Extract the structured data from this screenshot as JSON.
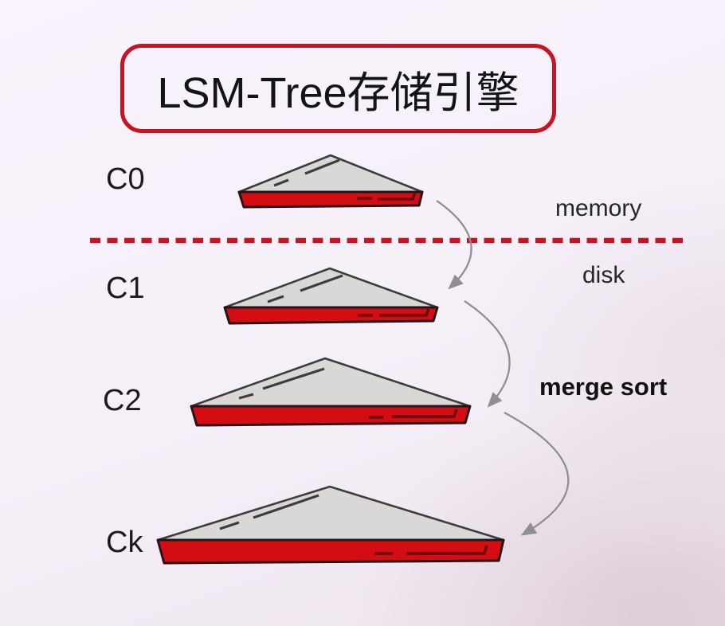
{
  "title": "LSM-Tree存储引擎",
  "levels": [
    {
      "label": "C0"
    },
    {
      "label": "C1"
    },
    {
      "label": "C2"
    },
    {
      "label": "Ck"
    }
  ],
  "regions": {
    "memory_label": "memory",
    "disk_label": "disk"
  },
  "annotations": {
    "merge_sort": "merge sort"
  },
  "icons": {
    "pyramid": "lsm-tree-level-pyramid",
    "arrow": "curved-merge-arrow",
    "divider": "dashed-memory-disk-divider"
  },
  "colors": {
    "accent_red": "#c91320",
    "band_red": "#d40d12",
    "pyramid_gray": "#d9d8d6",
    "arrow_gray": "#8f8f92",
    "text_dark": "#1b1b1b"
  }
}
